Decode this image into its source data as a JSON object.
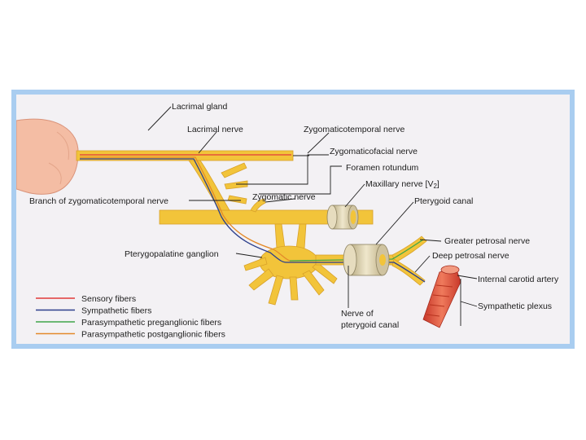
{
  "labels": {
    "lacrimal_gland": "Lacrimal gland",
    "lacrimal_nerve": "Lacrimal nerve",
    "zygomaticotemporal_nerve": "Zygomaticotemporal nerve",
    "zygomaticofacial_nerve": "Zygomaticofacial nerve",
    "foramen_rotundum": "Foramen rotundum",
    "maxillary_nerve": "Maxillary nerve [V",
    "maxillary_sub": "2",
    "maxillary_close": "]",
    "branch_zygomaticotemporal": "Branch of zygomaticotemporal nerve",
    "zygomatic_nerve": "Zygomatic nerve",
    "pterygoid_canal": "Pterygoid canal",
    "pterygopalatine_ganglion": "Pterygopalatine ganglion",
    "greater_petrosal_nerve": "Greater petrosal nerve",
    "deep_petrosal_nerve": "Deep petrosal nerve",
    "internal_carotid_artery": "Internal carotid artery",
    "sympathetic_plexus": "Sympathetic plexus",
    "nerve_of_pterygoid_canal_1": "Nerve of",
    "nerve_of_pterygoid_canal_2": "pterygoid canal"
  },
  "legend": [
    {
      "label": "Sensory fibers",
      "color": "#e23a3a"
    },
    {
      "label": "Sympathetic fibers",
      "color": "#2c3f8c"
    },
    {
      "label": "Parasympathetic preganglionic fibers",
      "color": "#3fa64a"
    },
    {
      "label": "Parasympathetic postganglionic fibers",
      "color": "#e48a2a"
    }
  ],
  "colors": {
    "nerve": "#f2c43a",
    "nerve_edge": "#c9931c",
    "gland": "#f3b9a0",
    "artery": "#e2553c",
    "canal": "#ddd3b4"
  }
}
